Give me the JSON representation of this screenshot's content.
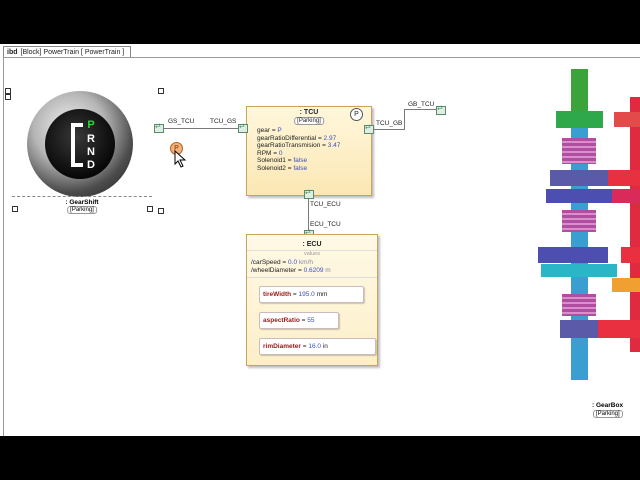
{
  "diagram": {
    "frame_kind": "ibd",
    "frame_title": "[Block] PowerTrain [ PowerTrain ]"
  },
  "gearshift": {
    "name": ": GearShift",
    "state": "[Parking]",
    "letters": [
      "P",
      "R",
      "N",
      "D"
    ],
    "port_label": "GS_TCU",
    "active_color": "#22dd33"
  },
  "tcu": {
    "name": ": TCU",
    "state": "[Parking]",
    "pin_letter": "P",
    "attributes": [
      {
        "name": "gear = ",
        "value": "P"
      },
      {
        "name": "gearRatioDifferential = ",
        "value": "2.97"
      },
      {
        "name": "gearRatioTransmision = ",
        "value": "3.47"
      },
      {
        "name": "RPM = ",
        "value": "0"
      },
      {
        "name": "Solenoid1 = ",
        "value": "false"
      },
      {
        "name": "Solenoid2 = ",
        "value": "false"
      }
    ],
    "port_gs": "TCU_GS",
    "port_gb": "TCU_GB",
    "port_ecu": "TCU_ECU"
  },
  "gb_port_label": "GB_TCU",
  "ecu": {
    "name": ": ECU",
    "section": "values",
    "attributes": [
      {
        "name": "/carSpeed = ",
        "value": "0.0",
        "unit": "km/h"
      },
      {
        "name": "/wheelDiameter = ",
        "value": "0.6209",
        "unit": "m"
      }
    ],
    "port_label": "ECU_TCU",
    "parts": [
      {
        "name": "tireWidth",
        "eq": " = ",
        "value": "195.0",
        "unit": " mm"
      },
      {
        "name": "aspectRatio",
        "eq": " = ",
        "value": "55",
        "unit": ""
      },
      {
        "name": "rimDiameter",
        "eq": " = ",
        "value": "16.0",
        "unit": " in"
      }
    ]
  },
  "gearbox": {
    "name": ": GearBox",
    "state": "[Parking]"
  },
  "colors": {
    "block_border": "#c8a35a",
    "value_blue": "#3a4fc2",
    "part_name": "#9a1515"
  }
}
